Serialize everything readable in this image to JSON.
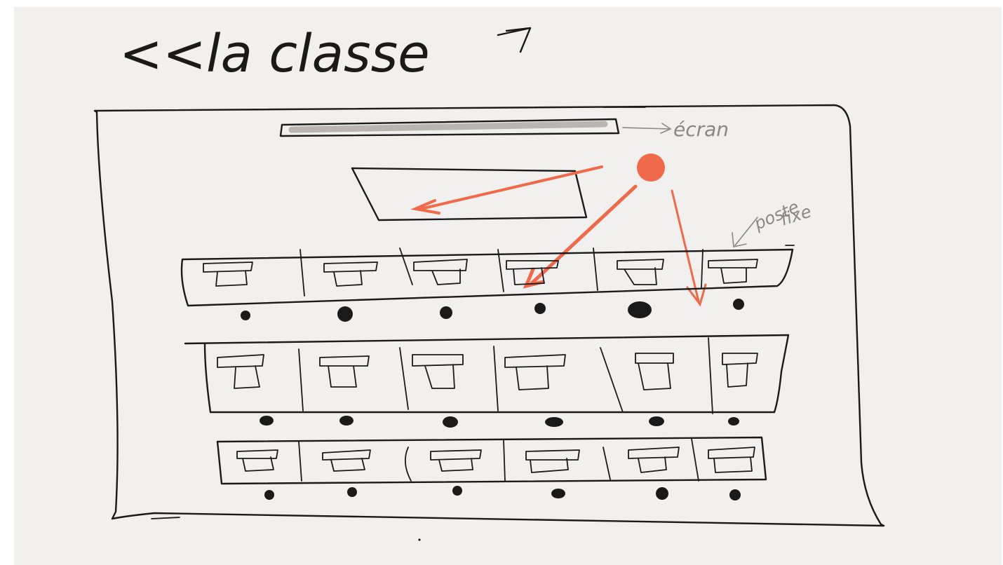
{
  "title": "<<la classe",
  "labels": {
    "screen": "écran",
    "fixed_post_line1": "poste",
    "fixed_post_line2": "fixe"
  },
  "colors": {
    "paper": "#f1f0ee",
    "ink": "#1a1a1a",
    "accent": "#ef6a4a",
    "screen_grey": "#b9b5b0",
    "annotation_grey": "#8a8886"
  },
  "rows": [
    {
      "desks": 6,
      "stools": 6
    },
    {
      "desks": 6,
      "stools": 6
    },
    {
      "desks": 6,
      "stools": 6
    }
  ]
}
